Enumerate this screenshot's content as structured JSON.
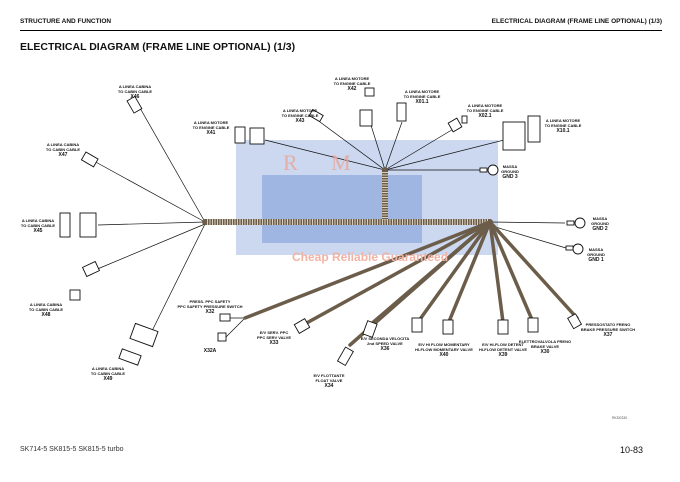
{
  "header": {
    "section": "STRUCTURE AND FUNCTION",
    "topic": "ELECTRICAL DIAGRAM (FRAME LINE OPTIONAL) (1/3)"
  },
  "title": "ELECTRICAL DIAGRAM (FRAME LINE OPTIONAL)  (1/3)",
  "connectors": {
    "x46": {
      "l1": "A LINEA CABINA",
      "l2": "TO CABIN CABLE",
      "id": "X46"
    },
    "x47": {
      "l1": "A LINEA CABINA",
      "l2": "TO CABIN CABLE",
      "id": "X47"
    },
    "x45": {
      "l1": "A LINEA CABINA",
      "l2": "TO CABIN CABLE",
      "id": "X45"
    },
    "x48": {
      "l1": "A LINEA CABINA",
      "l2": "TO CABIN CABLE",
      "id": "X48"
    },
    "x49": {
      "l1": "A LINEA CABINA",
      "l2": "TO CABIN CABLE",
      "id": "X49"
    },
    "x41": {
      "l1": "A LINEA MOTORE",
      "l2": "TO ENGINE CABLE",
      "id": "X41"
    },
    "x43": {
      "l1": "A LINEA MOTORE",
      "l2": "TO ENGINE CABLE",
      "id": "X43"
    },
    "x42": {
      "l1": "A LINEA MOTORE",
      "l2": "TO ENGINE CABLE",
      "id": "X42"
    },
    "x011": {
      "l1": "A LINEA MOTORE",
      "l2": "TO ENGINE CABLE",
      "id": "X01.1"
    },
    "x021": {
      "l1": "A LINEA MOTORE",
      "l2": "TO ENGINE CABLE",
      "id": "X02.1"
    },
    "x101": {
      "l1": "A LINEA MOTORE",
      "l2": "TO ENGINE CABLE",
      "id": "X10.1"
    },
    "gnd3": {
      "l1": "MASSA",
      "l2": "GROUND",
      "id": "GND 3"
    },
    "gnd2": {
      "l1": "MASSA",
      "l2": "GROUND",
      "id": "GND 2"
    },
    "gnd1": {
      "l1": "MASSA",
      "l2": "GROUND",
      "id": "GND 1"
    },
    "x32": {
      "l1": "PRESS. PPC SAFETY",
      "l2": "PPC SAFETY PRESSURE SWITCH",
      "id": "X32"
    },
    "x32a": {
      "id": "X32A"
    },
    "x33": {
      "l1": "E/V SERV. PPC",
      "l2": "PPC SERV VALVE",
      "id": "X33"
    },
    "x34": {
      "l1": "E/V FLOTTANTE",
      "l2": "FLOAT VALVE",
      "id": "X34"
    },
    "x36": {
      "l1": "E/V SECONDA VELOCITA",
      "l2": "2nd SPEED VALVE",
      "id": "X36"
    },
    "x40": {
      "l1": "E/V HI FLOW MOMENTARY",
      "l2": "HI-FLOW MOMENTARY VALVE",
      "id": "X40"
    },
    "x39": {
      "l1": "E/V HI-FLOW DETENT",
      "l2": "HI-FLOW DETENT VALVE",
      "id": "X39"
    },
    "x30": {
      "l1": "ELETTROVALVOLA FRENO",
      "l2": "BRAKE VALVE",
      "id": "X30"
    },
    "x37": {
      "l1": "PRESSOSTATO FRENO",
      "l2": "BRAKE PRESSURE SWITCH",
      "id": "X37"
    }
  },
  "watermark": {
    "mark": "R M",
    "slogan": "Cheap Reliable Guaranteed"
  },
  "drawing_code": "RKD0330",
  "footer": {
    "models": "SK714-5  SK815-5  SK815-5 turbo",
    "page": "10-83"
  }
}
